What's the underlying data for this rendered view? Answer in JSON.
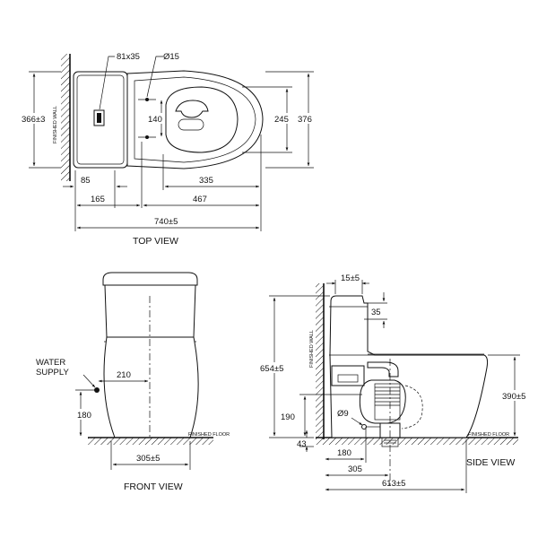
{
  "views": {
    "top": "TOP VIEW",
    "front": "FRONT VIEW",
    "side": "SIDE VIEW"
  },
  "labels": {
    "finished_wall": "FINISHED WALL",
    "finished_floor": "FINISHED FLOOR",
    "water_supply_line1": "WATER",
    "water_supply_line2": "SUPPLY"
  },
  "top_dims": {
    "button": "81x35",
    "hole": "Ø15",
    "depth_left": "366±3",
    "depth_right": "376",
    "holes_span": "140",
    "seat_width": "245",
    "d85": "85",
    "d165": "165",
    "d335": "335",
    "d467": "467",
    "length": "740±5"
  },
  "front_dims": {
    "d210": "210",
    "d180": "180",
    "width": "305±5"
  },
  "side_dims": {
    "d15": "15±5",
    "d35": "35",
    "height": "654±5",
    "rim": "390±5",
    "d190": "190",
    "d43": "43",
    "outlet": "Ø9",
    "d180": "180",
    "d305": "305",
    "length": "613±5"
  },
  "colors": {
    "line": "#111111",
    "background": "#ffffff"
  }
}
